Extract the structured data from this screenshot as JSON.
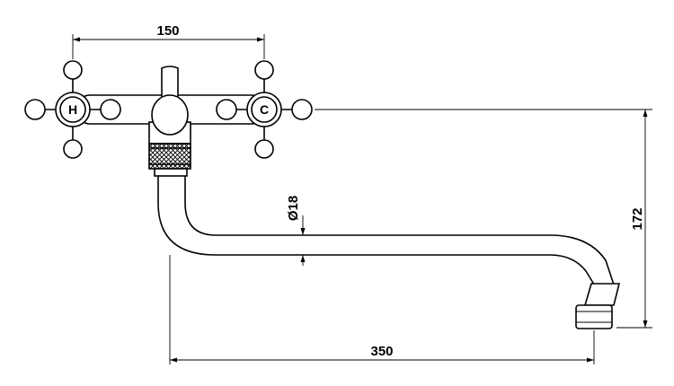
{
  "handles": {
    "hot_label": "H",
    "cold_label": "C"
  },
  "dimensions": {
    "handle_spacing": "150",
    "pipe_diameter": "Ø18",
    "spout_reach": "350",
    "height": "172"
  }
}
